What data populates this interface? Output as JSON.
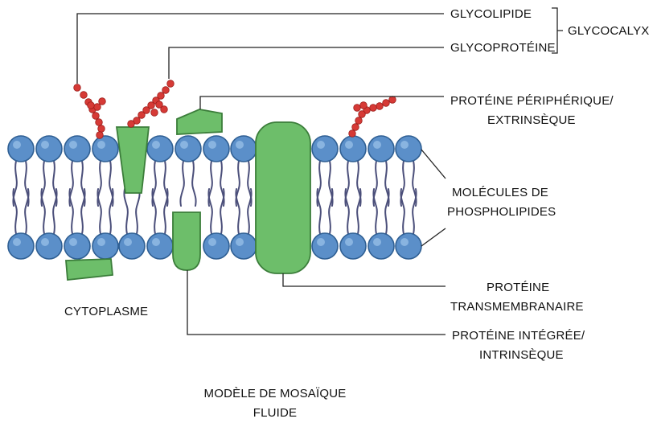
{
  "labels": {
    "glycolipid": "GLYCOLIPIDE",
    "glycoprotein": "GLYCOPROTÉINE",
    "glycocalyx": "GLYCOCALYX",
    "peripheral_protein": [
      "PROTÉINE PÉRIPHÉRIQUE/",
      "EXTRINSÈQUE"
    ],
    "phospholipids": [
      "MOLÉCULES DE",
      "PHOSPHOLIPIDES"
    ],
    "transmembrane_protein": [
      "PROTÉINE",
      "TRANSMEMBRANAIRE"
    ],
    "integral_protein": [
      "PROTÉINE INTÉGRÉE/",
      "INTRINSÈQUE"
    ],
    "cytoplasm": "CYTOPLASME",
    "title": [
      "MODÈLE DE MOSAÏQUE",
      "FLUIDE"
    ]
  },
  "colors": {
    "phospholipid_head": "#5b8fc9",
    "phospholipid_tail": "#4b4f7a",
    "protein": "#6dbe6a",
    "carbohydrate_chain": "#d63a36"
  }
}
